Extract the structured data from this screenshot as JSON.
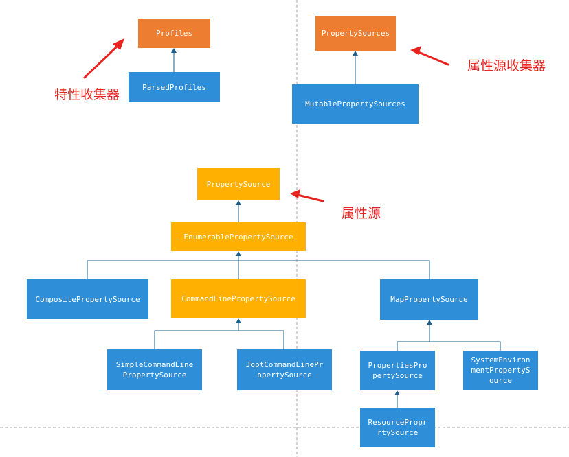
{
  "nodes": {
    "profiles": "Profiles",
    "parsed_profiles": "ParsedProfiles",
    "property_sources": "PropertySources",
    "mutable_property_sources": "MutablePropertySources",
    "property_source": "PropertySource",
    "enumerable_property_source": "EnumerablePropertySource",
    "composite_property_source": "CompositePropertySource",
    "command_line_property_source": "CommandLinePropertySource",
    "map_property_source": "MapPropertySource",
    "simple_command_line_property_source": "SimpleCommandLine\nPropertySource",
    "jopt_command_line_property_source": "JoptCommandLinePr\nopertySource",
    "properties_property_source": "PropertiesPro\npertySource",
    "system_environment_property_source": "SystemEnviron\nmentPropertyS\nource",
    "resource_property_source": "ResourcePropr\nrtySource"
  },
  "annotations": {
    "profiles_collector": "特性收集器",
    "property_sources_collector": "属性源收集器",
    "property_source": "属性源"
  },
  "colors": {
    "orange": "#ED7D31",
    "yellow": "#FFB000",
    "blue": "#2E8FD8",
    "arrow_red": "#E8231F",
    "connector": "#1F5F8B",
    "divider": "#A6A6A6"
  }
}
